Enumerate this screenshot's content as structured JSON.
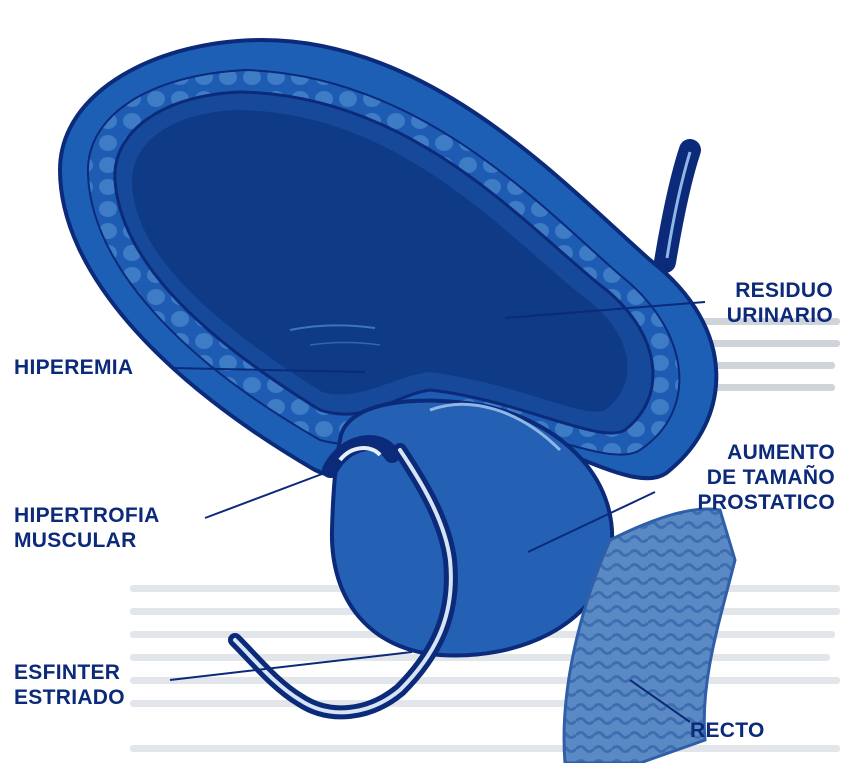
{
  "colors": {
    "ink": "#0b2a7a",
    "bladder_wall": "#1e5fb6",
    "bladder_inner": "#17499a",
    "cavity": "#0e3a86",
    "trabeculation": "#4a86cc",
    "rectum": "#5b89c4"
  },
  "labels": {
    "residuo": [
      "RESIDUO",
      "URINARIO"
    ],
    "hiperemia": [
      "HIPEREMIA"
    ],
    "aumento": [
      "AUMENTO",
      "DE TAMAÑO",
      "PROSTATICO"
    ],
    "hipertrofia": [
      "HIPERTROFIA",
      "MUSCULAR"
    ],
    "esfinter": [
      "ESFINTER",
      "ESTRIADO"
    ],
    "recto": [
      "RECTO"
    ]
  }
}
